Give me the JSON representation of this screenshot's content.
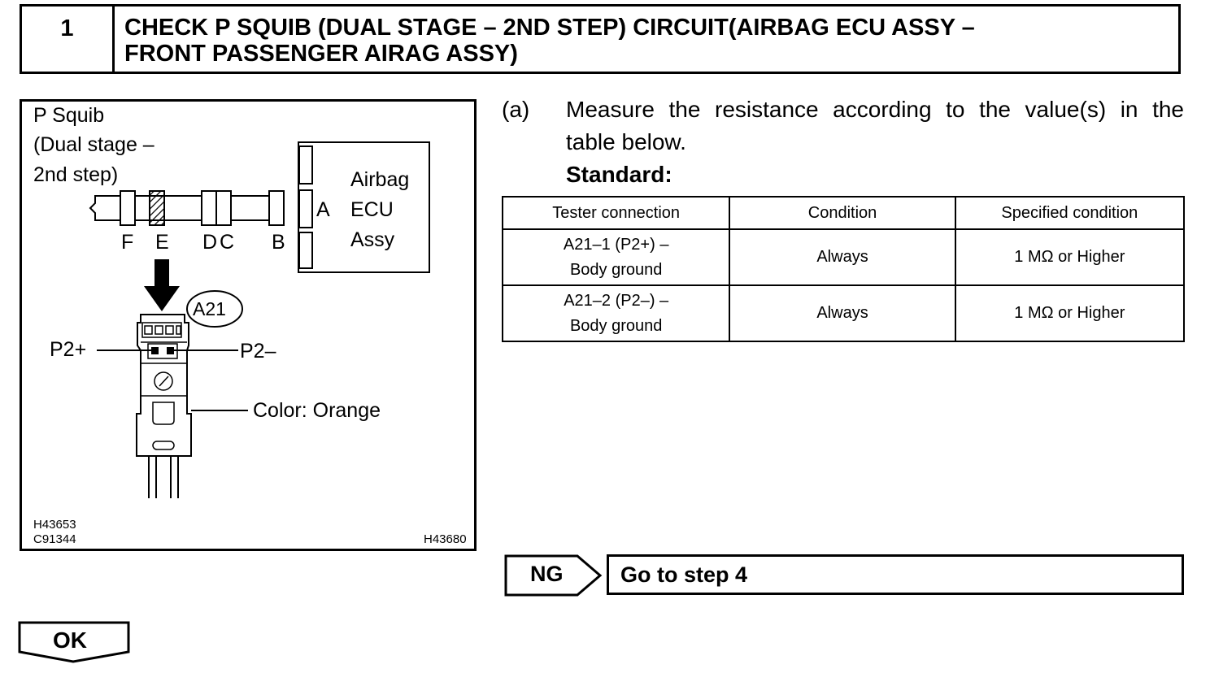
{
  "header": {
    "step_number": "1",
    "title_line1": "CHECK P SQUIB (DUAL STAGE – 2ND STEP) CIRCUIT(AIRBAG ECU ASSY –",
    "title_line2": "FRONT PASSENGER AIRAG ASSY)"
  },
  "illustration": {
    "component_line1": "P Squib",
    "component_line2": "(Dual stage –",
    "component_line3": "2nd step)",
    "ecu_line1": "Airbag",
    "ecu_line2": "ECU",
    "ecu_line3": "Assy",
    "ecu_connector": "A",
    "connector_labels": [
      "F",
      "E",
      "D",
      "C",
      "B"
    ],
    "connector_id": "A21",
    "pin_left": "P2+",
    "pin_right": "P2–",
    "color_note": "Color: Orange",
    "code_1": "H43653",
    "code_2": "C91344",
    "code_3": "H43680"
  },
  "instructions": {
    "item_marker": "(a)",
    "line1": "Measure the resistance according to the value(s) in the",
    "line2": "table below.",
    "standard_label": "Standard:"
  },
  "table": {
    "headers": [
      "Tester connection",
      "Condition",
      "Specified condition"
    ],
    "rows": [
      {
        "tester_line1": "A21–1 (P2+) –",
        "tester_line2": "Body ground",
        "condition": "Always",
        "specified": "1 MΩ or Higher"
      },
      {
        "tester_line1": "A21–2 (P2–) –",
        "tester_line2": "Body ground",
        "condition": "Always",
        "specified": "1 MΩ or Higher"
      }
    ]
  },
  "results": {
    "ng_label": "NG",
    "ng_action": "Go to step 4",
    "ok_label": "OK"
  }
}
